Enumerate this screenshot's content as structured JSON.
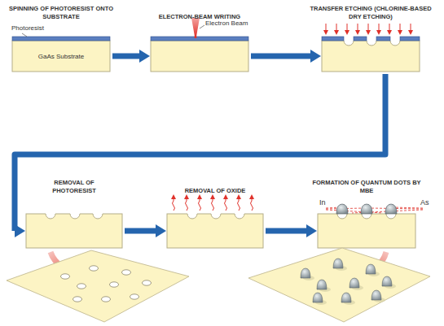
{
  "diagram": {
    "nodes": [
      {
        "text": [
          "SPINNING OF PHOTORESIST ONTO SUBSTRATE",
          "GaAs Substrate"
        ]
      },
      {
        "text": [
          "ELECTRON-BEAM WRITING"
        ]
      },
      {
        "text": [
          "TRANSFER ETCHING (CHLORINE-BASED DRY ETCHING)"
        ]
      },
      {
        "text": [
          "REMOVAL OF PHOTORESIST"
        ]
      },
      {
        "text": [
          "REMOVAL OF OXIDE"
        ]
      },
      {
        "text": [
          "FORMATION OF QUANTUM DOTS BY MBE"
        ]
      }
    ],
    "edges": [
      {
        "from": 0,
        "to": 1,
        "arrow": "to"
      },
      {
        "from": 1,
        "to": 2,
        "arrow": "to"
      },
      {
        "from": 2,
        "to": 3,
        "arrow": "to"
      },
      {
        "from": 3,
        "to": 4,
        "arrow": "to"
      },
      {
        "from": 4,
        "to": 5,
        "arrow": "to"
      }
    ],
    "labels": [
      "Photoresist",
      "Electron Beam",
      "In",
      "As"
    ]
  }
}
